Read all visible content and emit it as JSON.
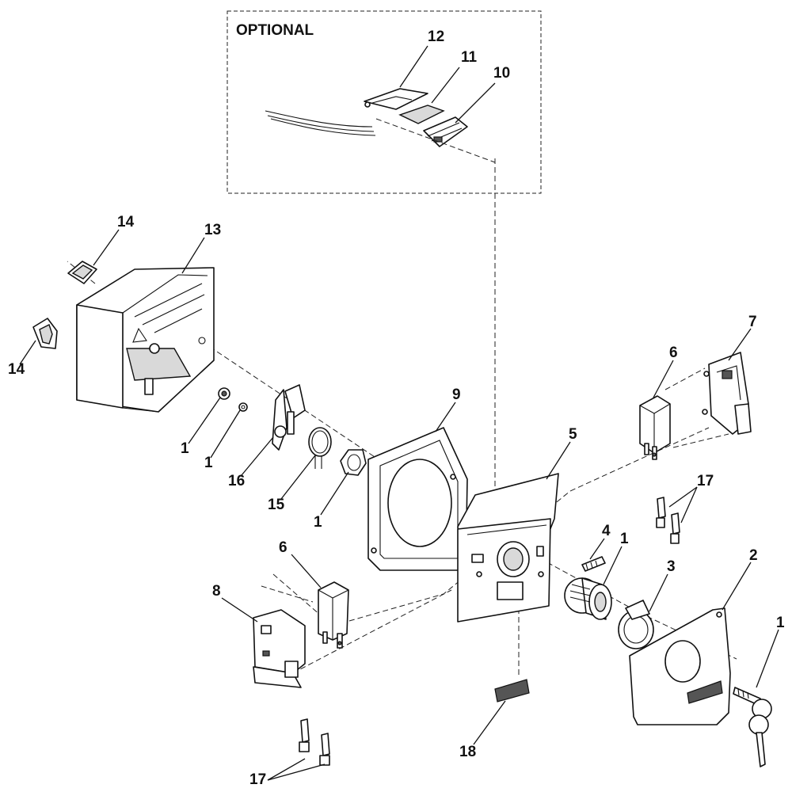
{
  "optional_box": {
    "title": "OPTIONAL"
  },
  "callouts": {
    "c12": "12",
    "c11": "11",
    "c10": "10",
    "c14a": "14",
    "c13": "13",
    "c14b": "14",
    "c9": "9",
    "c5": "5",
    "c7": "7",
    "c6a": "6",
    "c1a": "1",
    "c1b": "1",
    "c16": "16",
    "c15": "15",
    "c1c": "1",
    "c17a": "17",
    "c4": "4",
    "c1d": "1",
    "c3": "3",
    "c2": "2",
    "c6b": "6",
    "c8": "8",
    "c1e": "1",
    "c18": "18",
    "c17b": "17"
  }
}
